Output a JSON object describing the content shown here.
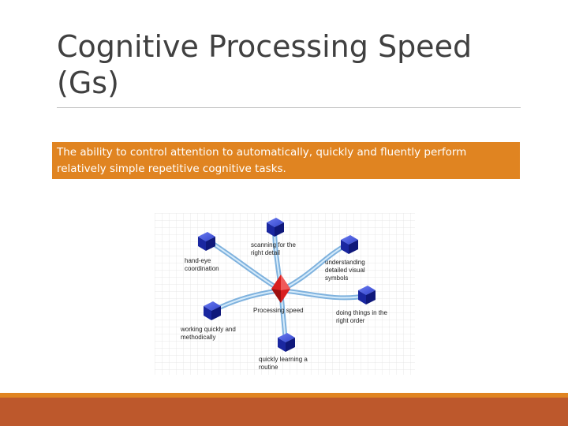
{
  "slide": {
    "title": "Cognitive Processing Speed (Gs)",
    "definition": "The ability to control attention to automatically, quickly and fluently perform relatively simple repetitive cognitive tasks."
  },
  "diagram": {
    "center_label": "Processing speed",
    "nodes": [
      {
        "id": "hand-eye",
        "label": "hand-eye\ncoordination"
      },
      {
        "id": "scanning",
        "label": "scanning for the\nright detail"
      },
      {
        "id": "understanding",
        "label": "understanding\ndetailed visual\nsymbols"
      },
      {
        "id": "order",
        "label": "doing things in the\nright order"
      },
      {
        "id": "routine",
        "label": "quickly learning a\nroutine"
      },
      {
        "id": "methodically",
        "label": "working quickly and\nmethodically"
      }
    ]
  },
  "colors": {
    "accent_orange": "#e08421",
    "footer_rust": "#bd582c",
    "title_gray": "#404040",
    "cube_blue": "#1f2fb8",
    "center_red": "#d81f1f",
    "tube_blue": "#9ac4e8"
  }
}
